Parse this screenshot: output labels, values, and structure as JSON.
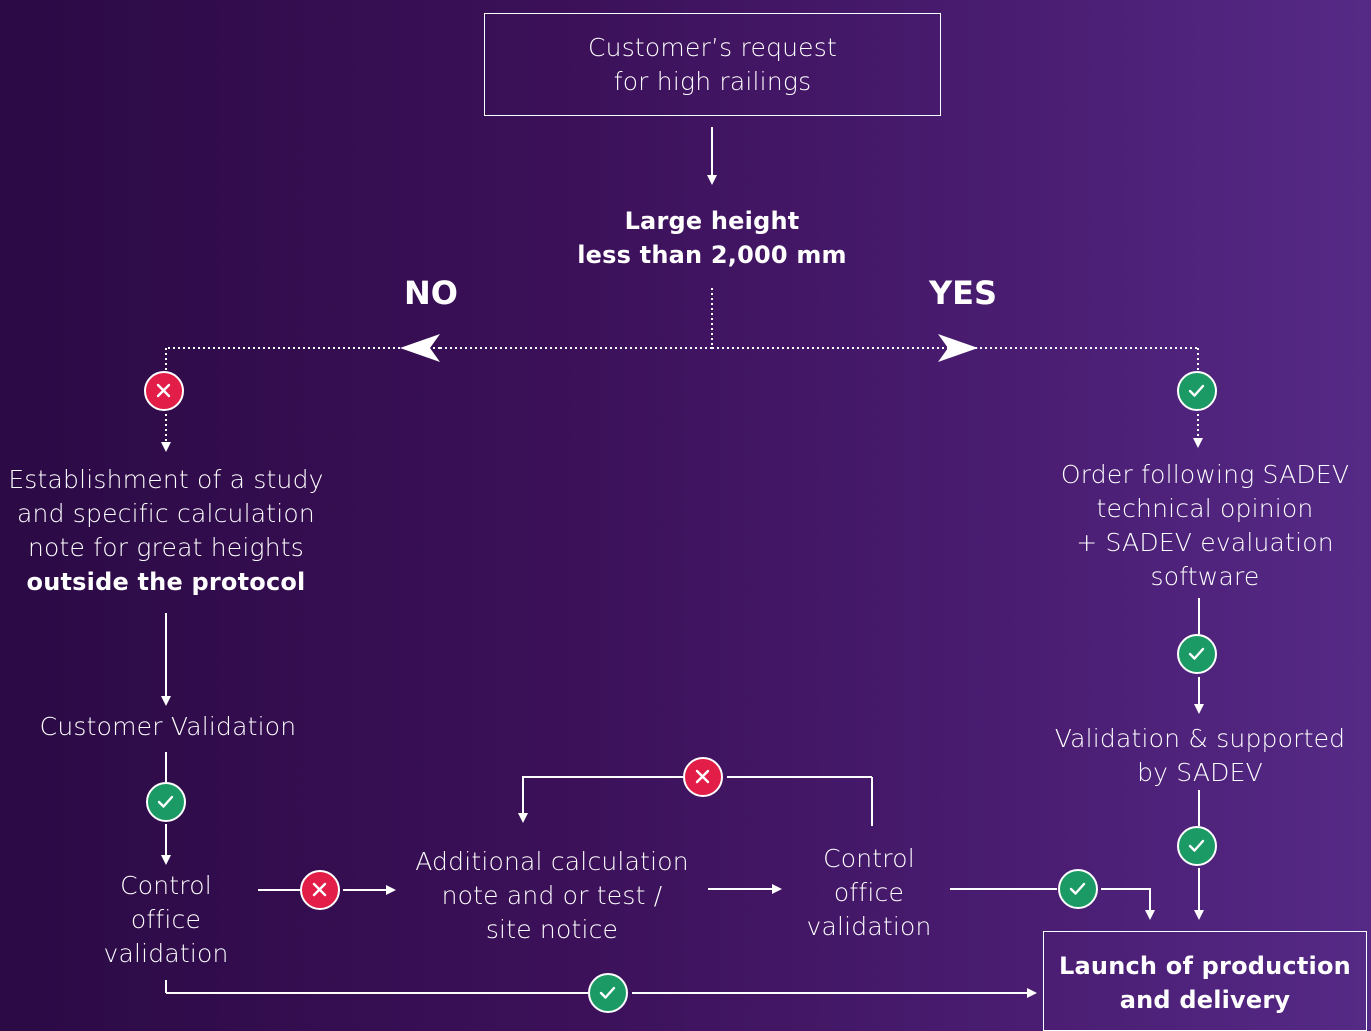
{
  "start": {
    "line1": "Customer’s request",
    "line2": "for high railings"
  },
  "decision": {
    "line1": "Large height",
    "line2": "less than 2,000 mm"
  },
  "branch_no": "NO",
  "branch_yes": "YES",
  "no_path": {
    "study": {
      "line1": "Establishment of a study",
      "line2": "and specific calculation",
      "line3": "note for great heights",
      "line4": "outside the protocol"
    },
    "customer_validation": "Customer Validation",
    "control_office": {
      "line1": "Control",
      "line2": "office",
      "line3": "validation"
    }
  },
  "middle": {
    "additional": {
      "line1": "Additional calculation",
      "line2": "note and or test /",
      "line3": "site notice"
    },
    "control_office": {
      "line1": "Control",
      "line2": "office",
      "line3": "validation"
    }
  },
  "yes_path": {
    "order": {
      "line1": "Order following SADEV",
      "line2": "technical opinion",
      "line3": "+ SADEV evaluation",
      "line4": "software"
    },
    "validation": {
      "line1": "Validation & supported",
      "line2": "by SADEV"
    }
  },
  "end": {
    "line1": "Launch of production",
    "line2": "and delivery"
  },
  "colors": {
    "check": "#1b9a66",
    "cross": "#e11d48",
    "line": "#ffffff"
  },
  "icons": {
    "check": "check-circle-icon",
    "cross": "cross-circle-icon"
  }
}
